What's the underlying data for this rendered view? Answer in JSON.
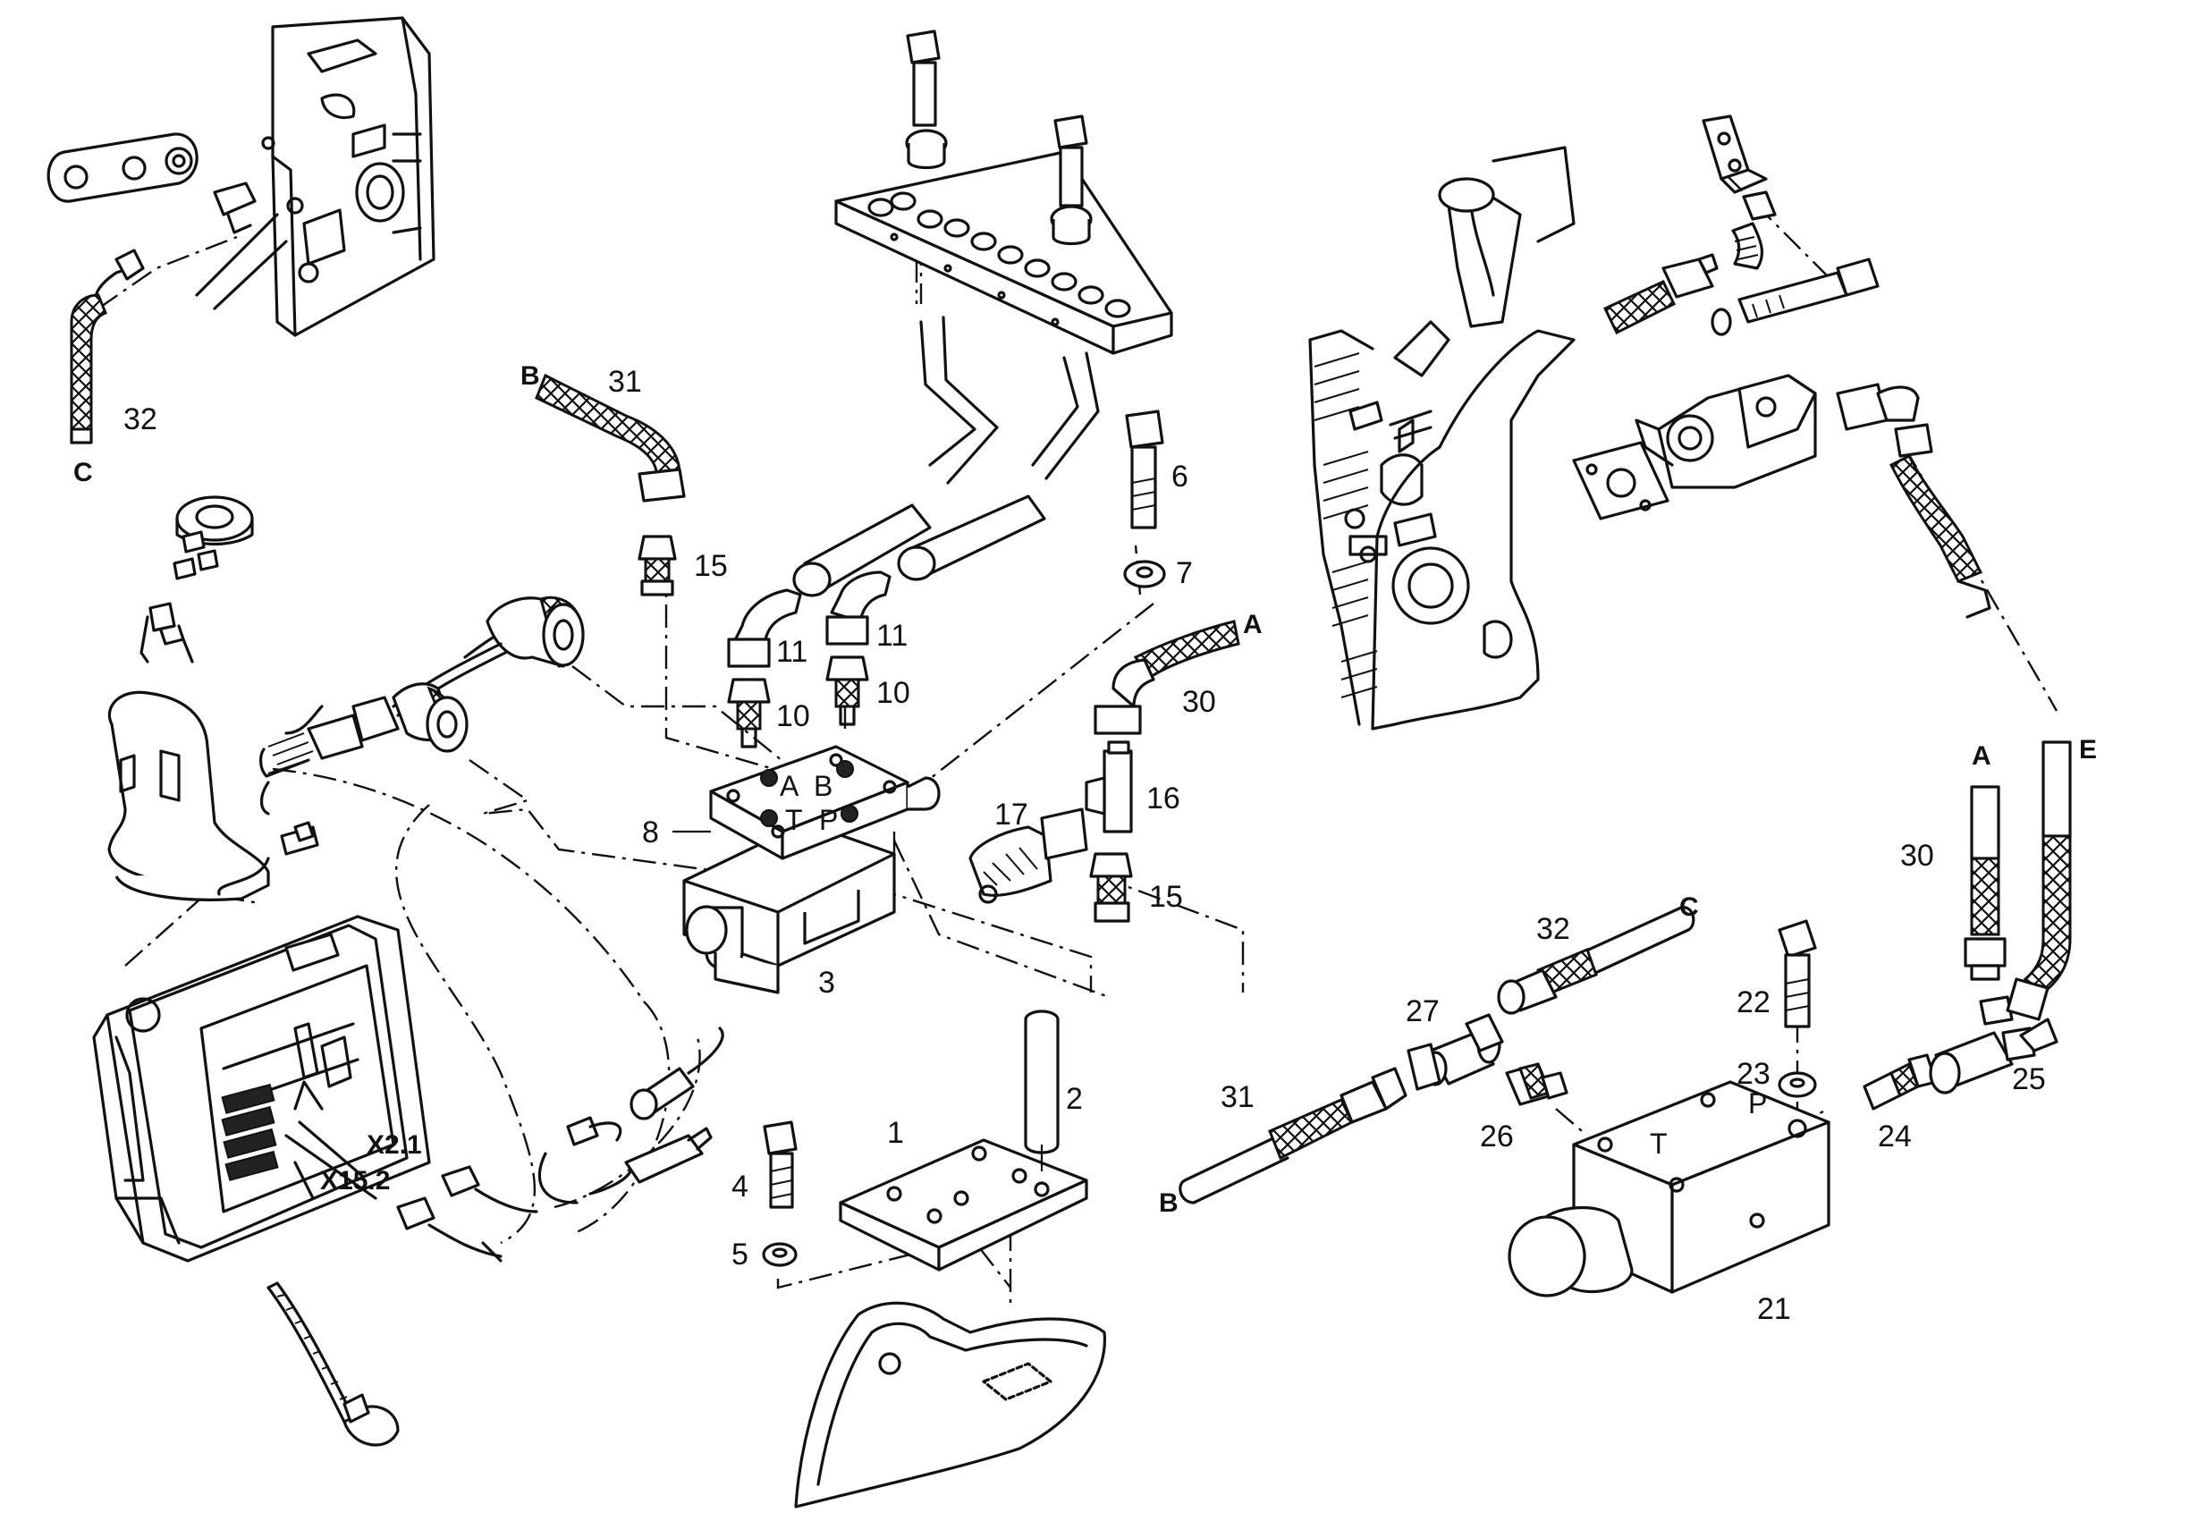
{
  "diagram": {
    "item_labels": {
      "n1": "1",
      "n2": "2",
      "n3": "3",
      "n4": "4",
      "n5": "5",
      "n6": "6",
      "n7": "7",
      "n8": "8",
      "n10a": "10",
      "n10b": "10",
      "n11a": "11",
      "n11b": "11",
      "n15a": "15",
      "n15b": "15",
      "n16": "16",
      "n17": "17",
      "n21": "21",
      "n22": "22",
      "n23": "23",
      "n24": "24",
      "n25": "25",
      "n26": "26",
      "n27": "27",
      "n30a": "30",
      "n30b": "30",
      "n31a": "31",
      "n31b": "31",
      "n32a": "32",
      "n32b": "32"
    },
    "valve_ports": {
      "a": "A",
      "b": "B",
      "t": "T",
      "p": "P"
    },
    "block_ports": {
      "t": "T",
      "p": "P"
    },
    "connection_letters": {
      "a1": "A",
      "a2": "A",
      "b1": "B",
      "b2": "B",
      "c1": "C",
      "c2": "C",
      "e": "E"
    },
    "connector_tags": {
      "x21": "X2.1",
      "x152": "X15.2"
    }
  }
}
